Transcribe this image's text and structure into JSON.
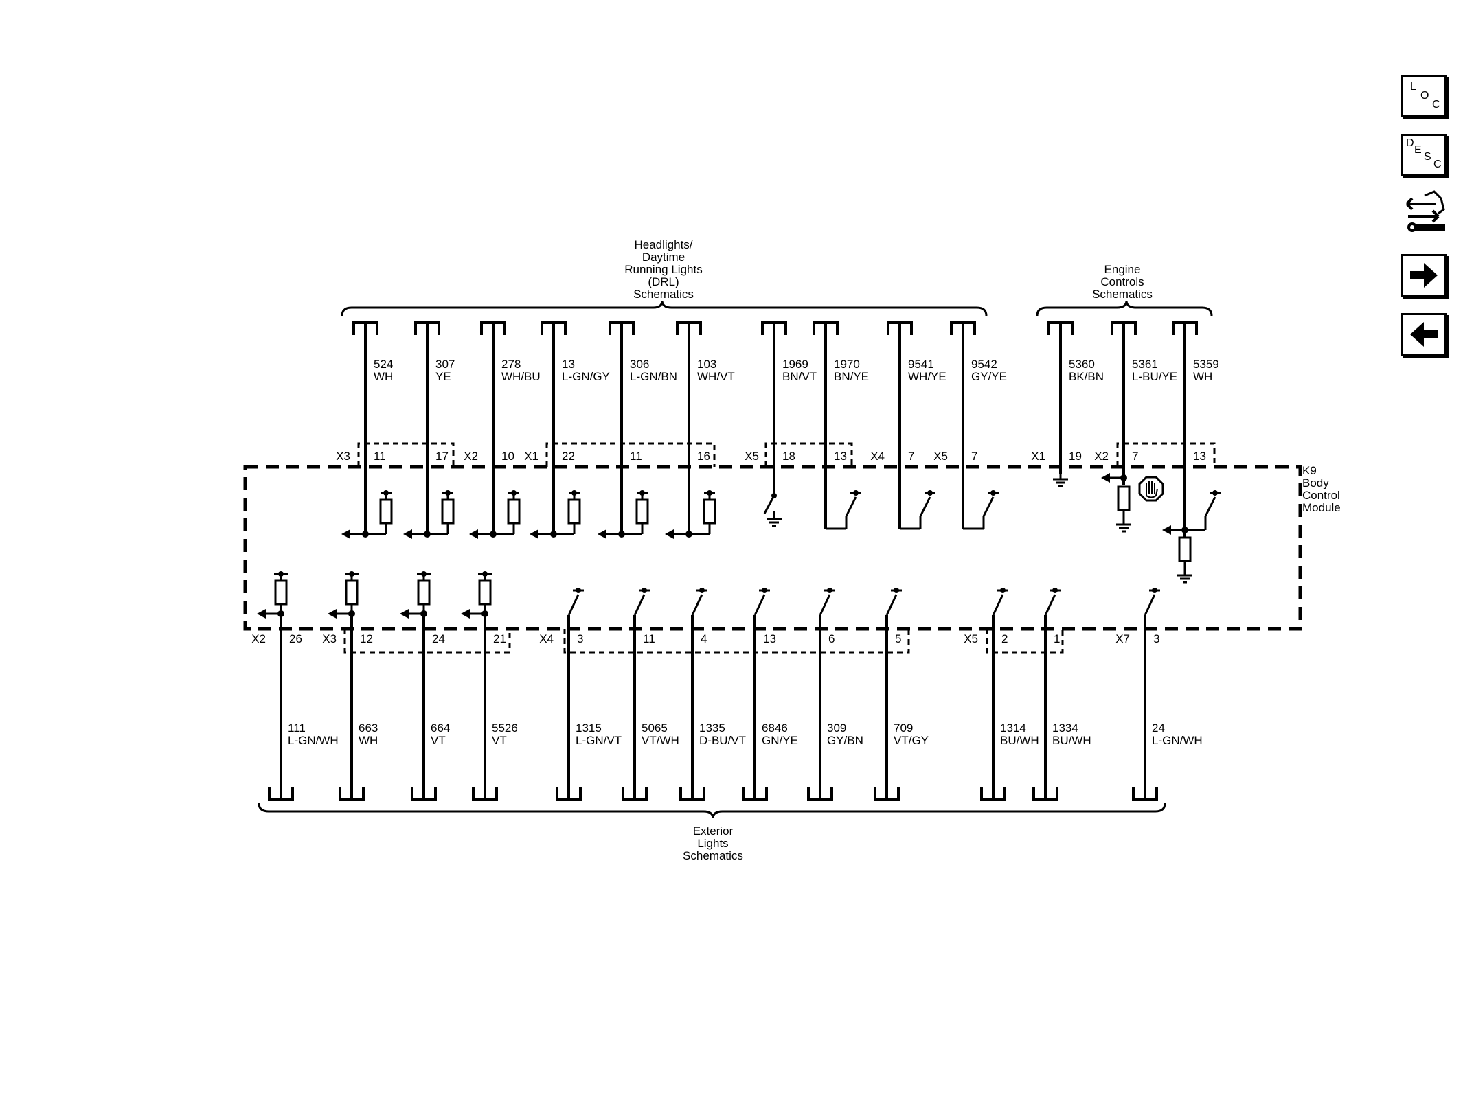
{
  "headers": {
    "drl": [
      "Headlights/",
      "Daytime",
      "Running Lights",
      "(DRL)",
      "Schematics"
    ],
    "engine": [
      "Engine",
      "Controls",
      "Schematics"
    ],
    "exterior": [
      "Exterior",
      "Lights",
      "Schematics"
    ]
  },
  "module": [
    "K9",
    "Body",
    "Control",
    "Module"
  ],
  "top_circuits": [
    {
      "num": "524",
      "color": "WH",
      "conn": "X3",
      "pin": "11",
      "type": "resistor"
    },
    {
      "num": "307",
      "color": "YE",
      "conn": "",
      "pin": "17",
      "type": "resistor"
    },
    {
      "num": "278",
      "color": "WH/BU",
      "conn": "X2",
      "pin": "10",
      "type": "resistor"
    },
    {
      "num": "13",
      "color": "L-GN/GY",
      "conn": "X1",
      "pin": "22",
      "type": "resistor"
    },
    {
      "num": "306",
      "color": "L-GN/BN",
      "conn": "",
      "pin": "11",
      "type": "resistor"
    },
    {
      "num": "103",
      "color": "WH/VT",
      "conn": "",
      "pin": "16",
      "type": "resistor"
    },
    {
      "num": "1969",
      "color": "BN/VT",
      "conn": "X5",
      "pin": "18",
      "type": "switch-ground"
    },
    {
      "num": "1970",
      "color": "BN/YE",
      "conn": "",
      "pin": "13",
      "type": "switch"
    },
    {
      "num": "9541",
      "color": "WH/YE",
      "conn": "X4",
      "pin": "7",
      "type": "switch"
    },
    {
      "num": "9542",
      "color": "GY/YE",
      "conn": "X5",
      "pin": "7",
      "type": "switch"
    },
    {
      "num": "5360",
      "color": "BK/BN",
      "conn": "X1",
      "pin": "19",
      "type": "ground"
    },
    {
      "num": "5361",
      "color": "L-BU/YE",
      "conn": "X2",
      "pin": "7",
      "type": "resistor-ground"
    },
    {
      "num": "5359",
      "color": "WH",
      "conn": "",
      "pin": "13",
      "type": "switch-resistor-ground"
    }
  ],
  "bottom_circuits": [
    {
      "num": "111",
      "color": "L-GN/WH",
      "conn": "X2",
      "pin": "26",
      "type": "resistor"
    },
    {
      "num": "663",
      "color": "WH",
      "conn": "X3",
      "pin": "12",
      "type": "resistor"
    },
    {
      "num": "664",
      "color": "VT",
      "conn": "",
      "pin": "24",
      "type": "resistor"
    },
    {
      "num": "5526",
      "color": "VT",
      "conn": "",
      "pin": "21",
      "type": "resistor"
    },
    {
      "num": "1315",
      "color": "L-GN/VT",
      "conn": "X4",
      "pin": "3",
      "type": "switch"
    },
    {
      "num": "5065",
      "color": "VT/WH",
      "conn": "",
      "pin": "11",
      "type": "switch"
    },
    {
      "num": "1335",
      "color": "D-BU/VT",
      "conn": "",
      "pin": "4",
      "type": "switch"
    },
    {
      "num": "6846",
      "color": "GN/YE",
      "conn": "",
      "pin": "13",
      "type": "switch"
    },
    {
      "num": "309",
      "color": "GY/BN",
      "conn": "",
      "pin": "6",
      "type": "switch"
    },
    {
      "num": "709",
      "color": "VT/GY",
      "conn": "",
      "pin": "5",
      "type": "switch"
    },
    {
      "num": "1314",
      "color": "BU/WH",
      "conn": "X5",
      "pin": "2",
      "type": "switch"
    },
    {
      "num": "1334",
      "color": "BU/WH",
      "conn": "",
      "pin": "1",
      "type": "switch"
    },
    {
      "num": "24",
      "color": "L-GN/WH",
      "conn": "X7",
      "pin": "3",
      "type": "switch"
    }
  ],
  "nav": {
    "loc": [
      "L",
      "O",
      "C"
    ],
    "desc": [
      "D",
      "E",
      "S",
      "C"
    ],
    "icons": [
      "connector-repair-icon",
      "next-arrow-icon",
      "previous-arrow-icon"
    ]
  }
}
